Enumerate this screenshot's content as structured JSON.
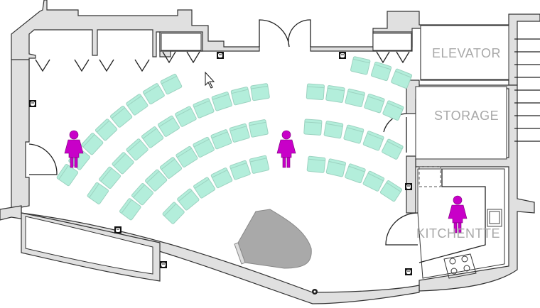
{
  "rooms": {
    "elevator": "ELEVATOR",
    "storage": "STORAGE",
    "kitchenette": "KITCHENTTE"
  },
  "colors": {
    "chair": "#b3eedb",
    "person": "#c800c8",
    "wall": "#e0e0e0",
    "piano": "#aaaaaa"
  },
  "seating": {
    "left_rows_chairs": [
      8,
      11,
      9,
      6
    ],
    "right_rows_chairs": [
      3,
      5,
      5,
      5
    ]
  },
  "icons": [
    "outlet-icon",
    "person-icon",
    "piano-icon",
    "mouse-cursor-icon",
    "floor-outlet-icon",
    "stove-icon",
    "sink-icon"
  ]
}
